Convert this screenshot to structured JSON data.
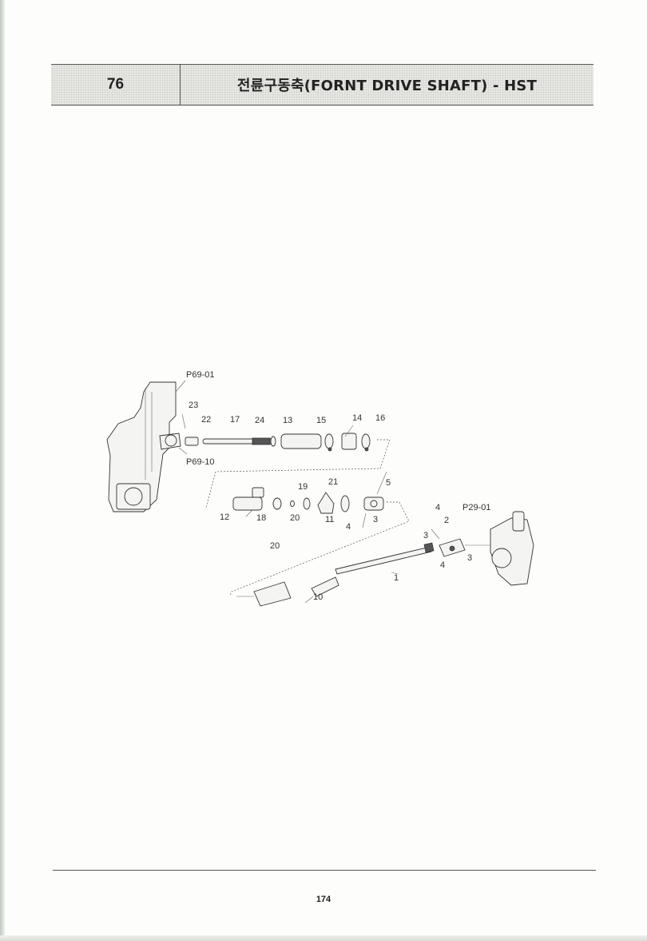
{
  "header": {
    "section_number": "76",
    "title": "전륜구동축(FORNT DRIVE SHAFT) - HST"
  },
  "diagram": {
    "labels": {
      "p69_01": "P69-01",
      "p69_10": "P69-10",
      "p29_01": "P29-01",
      "n23": "23",
      "n22": "22",
      "n17": "17",
      "n24": "24",
      "n13": "13",
      "n15": "15",
      "n14": "14",
      "n16": "16",
      "n19": "19",
      "n21": "21",
      "n5": "5",
      "n12": "12",
      "n18": "18",
      "n20a": "20",
      "n11": "11",
      "n4a": "4",
      "n3a": "3",
      "n20b": "20",
      "n4b": "4",
      "n2": "2",
      "n3b": "3",
      "n3c": "3",
      "n4c": "4",
      "n1": "1",
      "n10": "10"
    }
  },
  "footer": {
    "page_number": "174"
  }
}
